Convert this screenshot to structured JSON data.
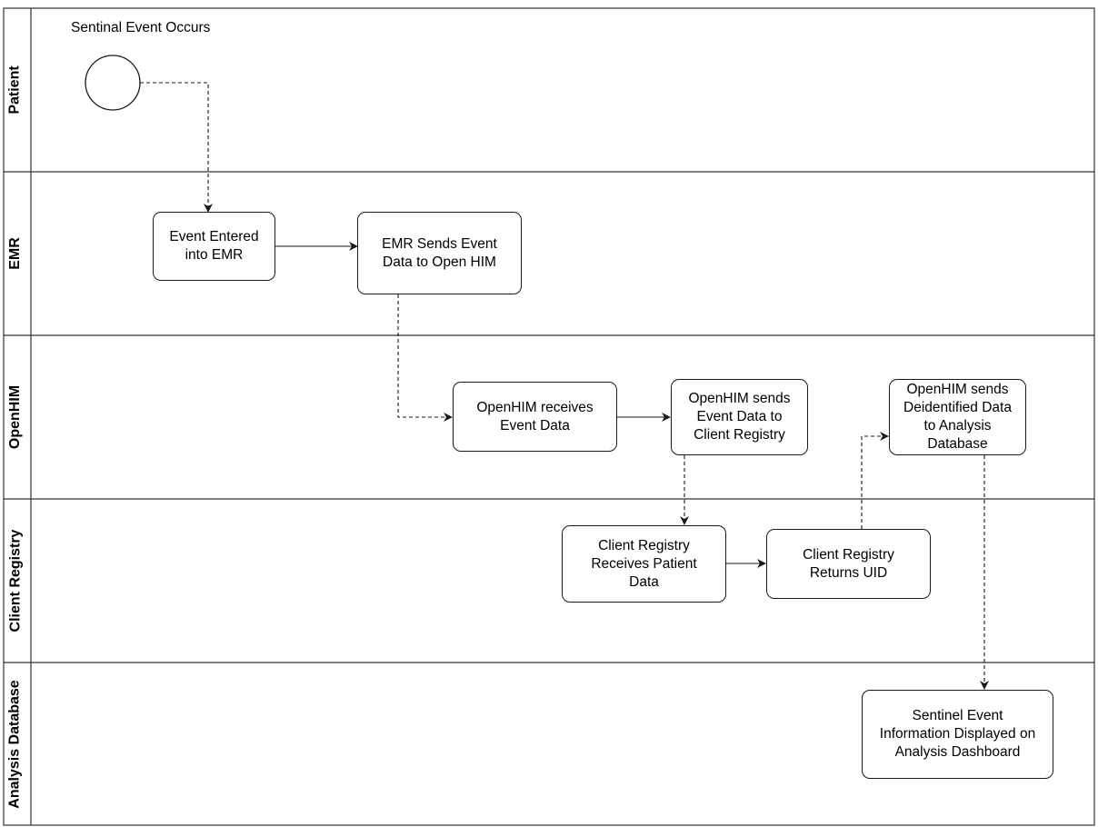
{
  "lanes": [
    {
      "label": "Patient"
    },
    {
      "label": "EMR"
    },
    {
      "label": "OpenHIM"
    },
    {
      "label": "Client Registry"
    },
    {
      "label": "Analysis Database"
    }
  ],
  "start_event": {
    "label": "Sentinal Event Occurs"
  },
  "nodes": {
    "event_entered": "Event Entered\ninto EMR",
    "emr_sends": "EMR Sends Event\nData to Open HIM",
    "openhim_receives": "OpenHIM receives\nEvent Data",
    "openhim_sends_cr": "OpenHIM sends\nEvent Data to\nClient Registry",
    "openhim_sends_deid": "OpenHIM sends\nDeidentified Data\nto Analysis\nDatabase",
    "cr_receives": "Client Registry\nReceives Patient\nData",
    "cr_returns": "Client Registry\nReturns UID",
    "displayed": "Sentinel Event\nInformation Displayed on\nAnalysis Dashboard"
  },
  "colors": {
    "stroke": "#1a1a1a",
    "background": "#ffffff"
  }
}
